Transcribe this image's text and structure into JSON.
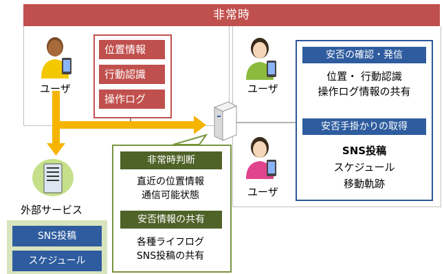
{
  "banner": "非常時",
  "left_user_label": "ユーザ",
  "red_items": [
    "位置情報",
    "行動認識",
    "操作ログ"
  ],
  "right_users": [
    "ユーザ",
    "ユーザ"
  ],
  "blue_panel": {
    "header1": "安否の確認・発信",
    "text1": [
      "位置・ 行動認識",
      "操作ログ情報の共有"
    ],
    "header2": "安否手掛かりの取得",
    "text2": [
      "SNS投稿",
      "スケジュール",
      "移動軌跡"
    ]
  },
  "green_panel": {
    "header1": "非常時判断",
    "text1": [
      "直近の位置情報",
      "通信可能状態"
    ],
    "header2": "安否情報の共有",
    "text2": [
      "各種ライフログ",
      "SNS投稿の共有"
    ]
  },
  "external": {
    "label": "外部サービス",
    "items": [
      "SNS投稿",
      "スケジュール"
    ]
  },
  "colors": {
    "banner": "#c0504d",
    "blue": "#2e5c9e",
    "green": "#4f6228",
    "arrow": "#f5b400"
  }
}
